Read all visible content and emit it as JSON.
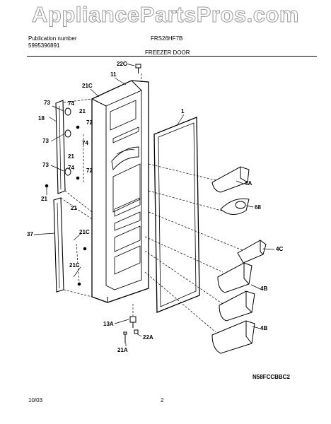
{
  "watermark": "AppliancePartsPros.com",
  "header": {
    "publication_label": "Publication number",
    "publication_number": "5995396891",
    "model": "FRS26HF7B",
    "section_title": "FREEZER DOOR"
  },
  "callouts": {
    "c22C": "22C",
    "c11": "11",
    "c21C_top": "21C",
    "c73_a": "73",
    "c74_a": "74",
    "c18": "18",
    "c21_a": "21",
    "c72_a": "72",
    "c73_b": "73",
    "c74_b": "74",
    "c21_b": "21",
    "c73_c": "73",
    "c74_c": "74",
    "c72_b": "72",
    "c21_c": "21",
    "c21_d": "21",
    "c37": "37",
    "c21C_mid": "21C",
    "c21C_low": "21C",
    "c1": "1",
    "c4A": "4A",
    "c68": "68",
    "c4C": "4C",
    "c4B_a": "4B",
    "c4B_b": "4B",
    "c13A": "13A",
    "c22A": "22A",
    "c21A": "21A"
  },
  "footer": {
    "drawing_code": "N58FCCBBC2",
    "date": "10/03",
    "page": "2"
  }
}
